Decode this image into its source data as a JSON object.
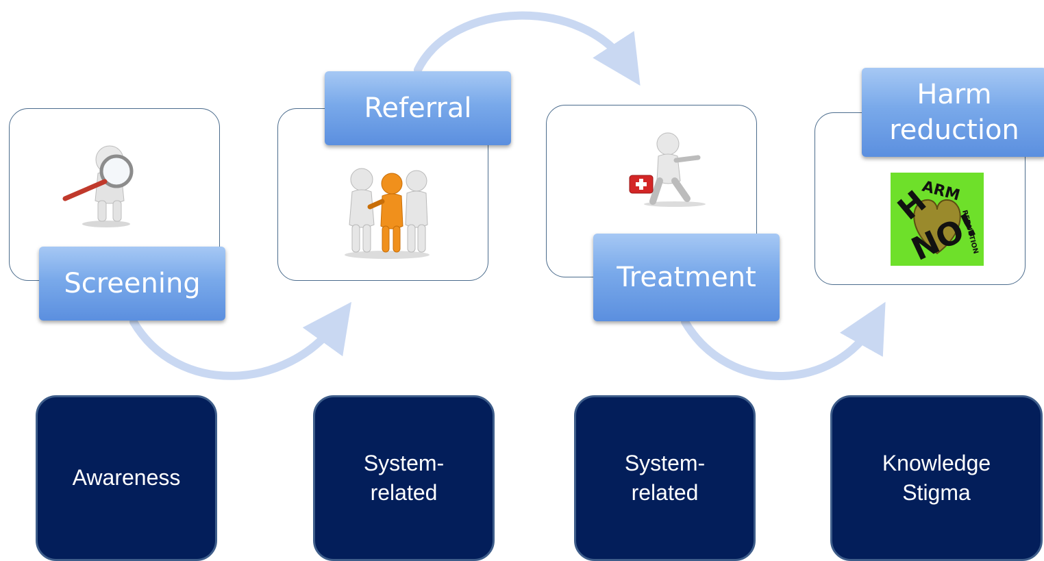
{
  "steps": [
    {
      "label": "Screening",
      "image": "person-with-magnifying-glass-icon"
    },
    {
      "label": "Referral",
      "image": "group-of-people-icon"
    },
    {
      "label": "Treatment",
      "image": "person-with-first-aid-kit-icon"
    },
    {
      "label": "Harm reduction",
      "image": "harm-reduction-no-logo",
      "logo_text": "HARM REDUCTION NO!"
    }
  ],
  "barriers": [
    {
      "text": "Awareness"
    },
    {
      "text": "System-\nrelated"
    },
    {
      "text": "System-\nrelated"
    },
    {
      "text": "Knowledge\nStigma"
    }
  ],
  "colors": {
    "label_gradient_top": "#a6c8f4",
    "label_gradient_bottom": "#5b8fdf",
    "card_border": "#4a6b8c",
    "barrier_fill": "#031e5a",
    "arrow": "#c9d8f2",
    "logo_green": "#6ee02a"
  }
}
